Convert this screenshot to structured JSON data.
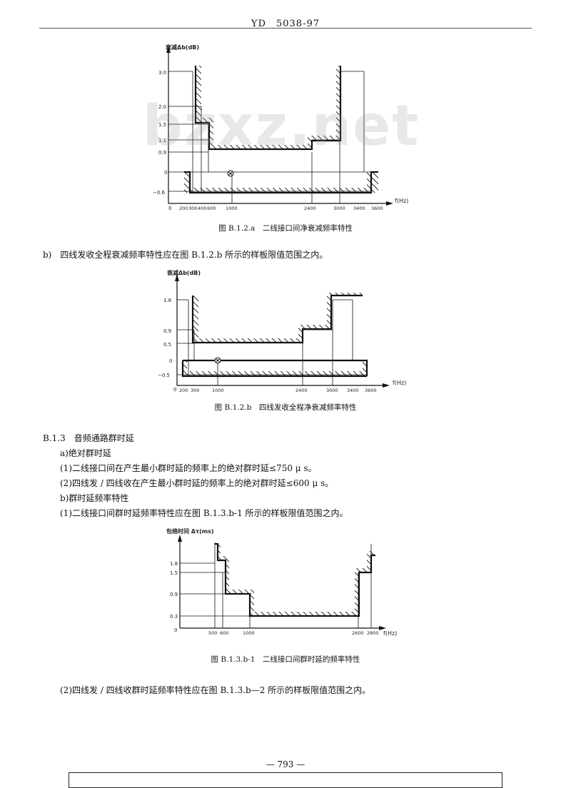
{
  "header": "YD　5038-97",
  "watermark": "bzxz.net",
  "page_number": "— 793 —",
  "figures": {
    "fig_a": {
      "ylabel": "衰减Δb(dB)",
      "y_ticks": [
        "3.0",
        "2.0",
        "1.5",
        "1.1",
        "0.9",
        "0",
        "−0.6"
      ],
      "origin": "0",
      "x_ticks": [
        "200",
        "300",
        "400",
        "600",
        "1000",
        "2400",
        "3000",
        "3400",
        "3600"
      ],
      "xlabel": "f(Hz)",
      "caption": "图 B.1.2.a　二线接口间净衰减频率特性"
    },
    "fig_b": {
      "ylabel": "衰减Δb(dB)",
      "y_ticks": [
        "1.8",
        "0.9",
        "0.5",
        "0",
        "−0.5"
      ],
      "origin": "0",
      "x_ticks": [
        "200",
        "300",
        "1000",
        "2400",
        "3000",
        "3400",
        "3600"
      ],
      "xlabel": "f(Hz)",
      "caption": "图 B.1.2.b　四线发收全程净衰减频率特性"
    },
    "fig_c": {
      "ylabel": "包络时间 Δτ(ms)",
      "y_ticks": [
        "1.8",
        "1.5",
        "0.9",
        "0.3"
      ],
      "origin": "0",
      "x_ticks": [
        "500",
        "600",
        "1000",
        "2600",
        "2800"
      ],
      "xlabel": "f(Hz)",
      "caption": "图 B.1.3.b-1　二线接口间群时延的频率特性"
    }
  },
  "paragraphs": {
    "p_b": "b)　四线发收全程衰减频率特性应在图 B.1.2.b 所示的样板限值范围之内。",
    "p_b13": "B.1.3　音频通路群时延",
    "p_a_abs": "a)绝对群时延",
    "p_1": "(1)二线接口间在产生最小群时延的频率上的绝对群时延≤750 μ s。",
    "p_2": "(2)四线发 / 四线收在产生最小群时延的频率上的绝对群时延≤600 μ s。",
    "p_b_freq": "b)群时延频率特性",
    "p_b1": "(1)二线接口间群时延频率特性应在图 B.1.3.b-1 所示的样板限值范围之内。",
    "p_b2": "(2)四线发 / 四线收群时延频率特性应在图 B.1.3.b—2 所示的样板限值范围之内。"
  }
}
